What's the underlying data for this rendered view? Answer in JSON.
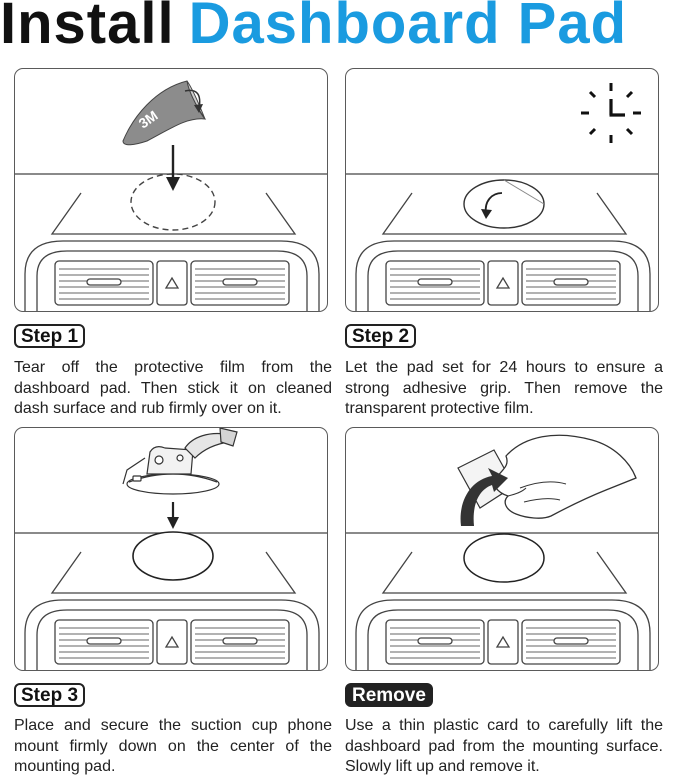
{
  "title": {
    "part1": "Install",
    "part2": "Dashboard Pad",
    "accent_color": "#1a9be0"
  },
  "steps": [
    {
      "badge": "Step 1",
      "text": "Tear off the protective film from the dashboard pad. Then stick it on cleaned dash surface and rub firmly over on it.",
      "illustration": "peel-film-illustration"
    },
    {
      "badge": "Step 2",
      "text": "Let the pad set for 24 hours to ensure a strong adhesive grip. Then remove the transparent protective film.",
      "illustration": "wait-24h-illustration"
    },
    {
      "badge": "Step 3",
      "text": "Place and secure the suction cup phone mount firmly down on the center of the mounting pad.",
      "illustration": "suction-mount-illustration"
    },
    {
      "badge": "Remove",
      "text": "Use a thin plastic card to carefully lift the dashboard pad from the mounting surface. Slowly lift up and remove it.",
      "illustration": "card-removal-illustration"
    }
  ],
  "decal_text": "3M"
}
